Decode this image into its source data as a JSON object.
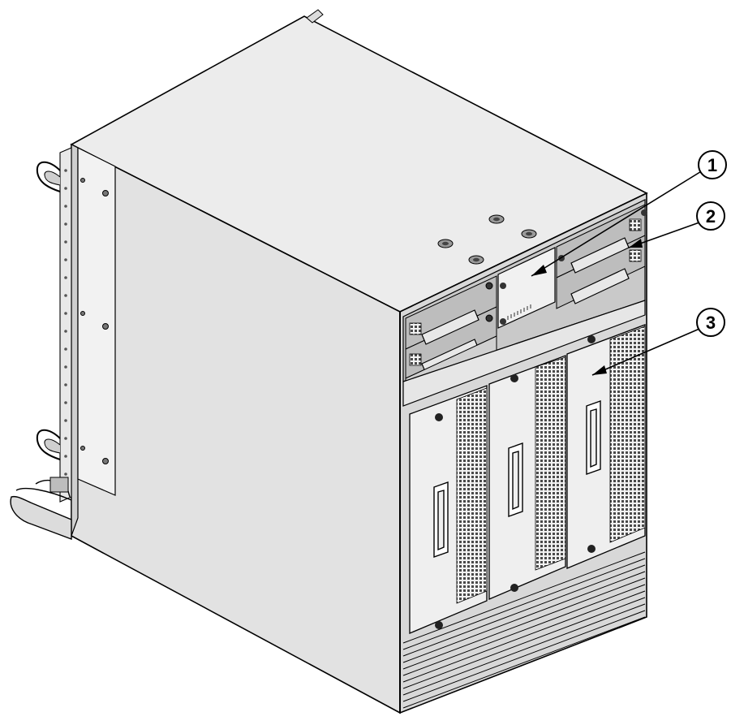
{
  "figure": {
    "type": "hardware-illustration",
    "subject": "chassis-port-side-oblique",
    "background_color": "#ffffff",
    "line_color": "#000000",
    "panel_fill_light": "#e6e6e6",
    "panel_fill_mid": "#d0d0d0",
    "panel_fill_dark": "#b4b4b4",
    "icons": [
      "screw-icon",
      "handle-icon",
      "vent-mesh-icon",
      "mounting-bracket-icon"
    ]
  },
  "callouts": [
    {
      "id": "callout-1",
      "number": "1"
    },
    {
      "id": "callout-2",
      "number": "2"
    },
    {
      "id": "callout-3",
      "number": "3"
    }
  ]
}
